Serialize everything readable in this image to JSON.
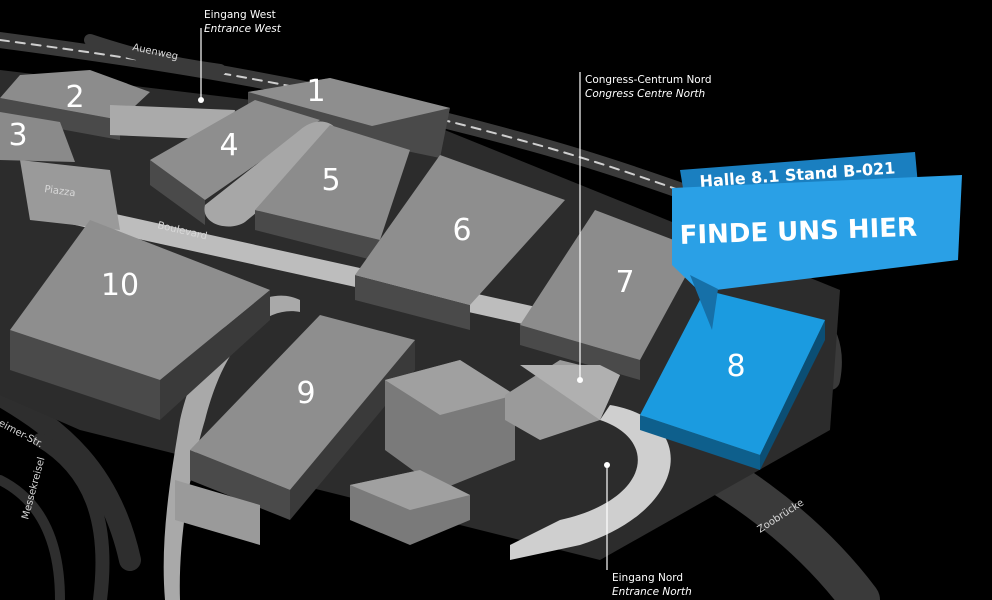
{
  "map": {
    "halls": {
      "h1": "1",
      "h2": "2",
      "h3": "3",
      "h4": "4",
      "h5": "5",
      "h6": "6",
      "h7": "7",
      "h8": "8",
      "h9": "9",
      "h10": "10"
    },
    "roads": {
      "auenweg": "Auenweg",
      "piazza": "Piazza",
      "boulevard": "Boulevard",
      "strasse": "eimer-Str.",
      "messekreisel": "Messekreisel",
      "zoobruecke": "Zoobrücke"
    },
    "callouts": {
      "west": {
        "title": "Eingang West",
        "subtitle": "Entrance West"
      },
      "congress": {
        "title": "Congress-Centrum Nord",
        "subtitle": "Congress Centre North"
      },
      "north": {
        "title": "Eingang Nord",
        "subtitle": "Entrance North"
      }
    },
    "banner": {
      "stand": "Halle 8.1 Stand B-021",
      "headline": "FINDE UNS HIER"
    },
    "colors": {
      "highlight": "#1b9be0",
      "banner_dark": "#1a7fc0",
      "building_top": "#8a8a8a",
      "background": "#000000"
    }
  }
}
